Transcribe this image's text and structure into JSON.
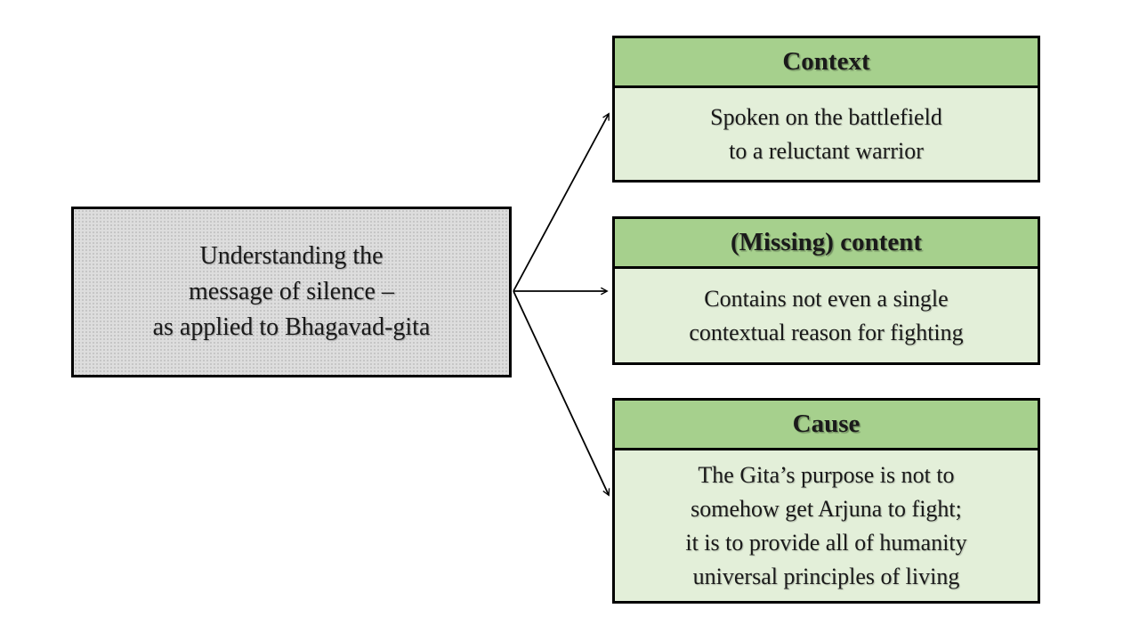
{
  "diagram": {
    "source_box": {
      "lines": [
        "Understanding the",
        "message of silence –",
        "as applied to Bhagavad-gita"
      ]
    },
    "branches": [
      {
        "header": "Context",
        "body_lines": [
          "Spoken on the battlefield",
          "to a reluctant warrior"
        ]
      },
      {
        "header": "(Missing) content",
        "body_lines": [
          "Contains not even a single",
          "contextual reason for fighting"
        ]
      },
      {
        "header": "Cause",
        "body_lines": [
          "The Gita’s purpose is not to",
          "somehow get Arjuna to fight;",
          "it is to provide all of humanity",
          "universal principles of living"
        ]
      }
    ],
    "colors": {
      "header_green": "#a6d08d",
      "body_green": "#e3efd9",
      "source_gray": "#dddddd",
      "border": "#000000"
    }
  }
}
